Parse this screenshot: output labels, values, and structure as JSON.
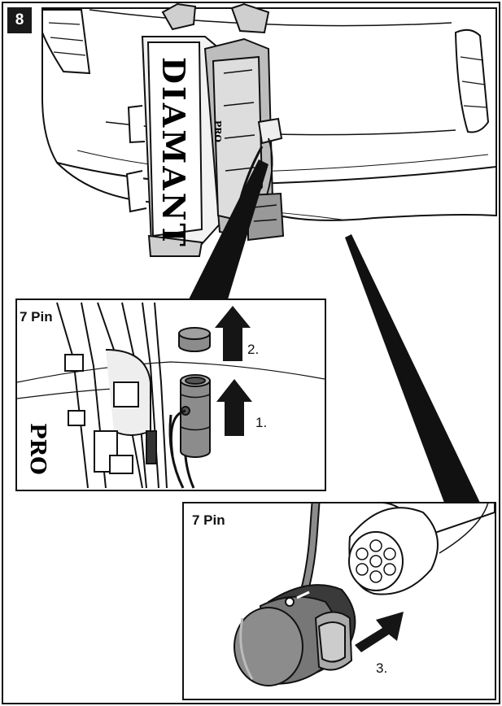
{
  "step_number": "8",
  "brand_text": "DIAMANT",
  "brand_badge": "PRO",
  "inset_top": {
    "title": "7 Pin",
    "side_text": "PRO",
    "steps": [
      "1.",
      "2."
    ]
  },
  "inset_bottom": {
    "title": "7 Pin",
    "steps": [
      "3."
    ]
  },
  "colors": {
    "line": "#111111",
    "car_fill": "#ffffff",
    "plug_gray": "#8c8c8c",
    "dark_gray": "#3a3a3a",
    "arrow": "#151515"
  }
}
